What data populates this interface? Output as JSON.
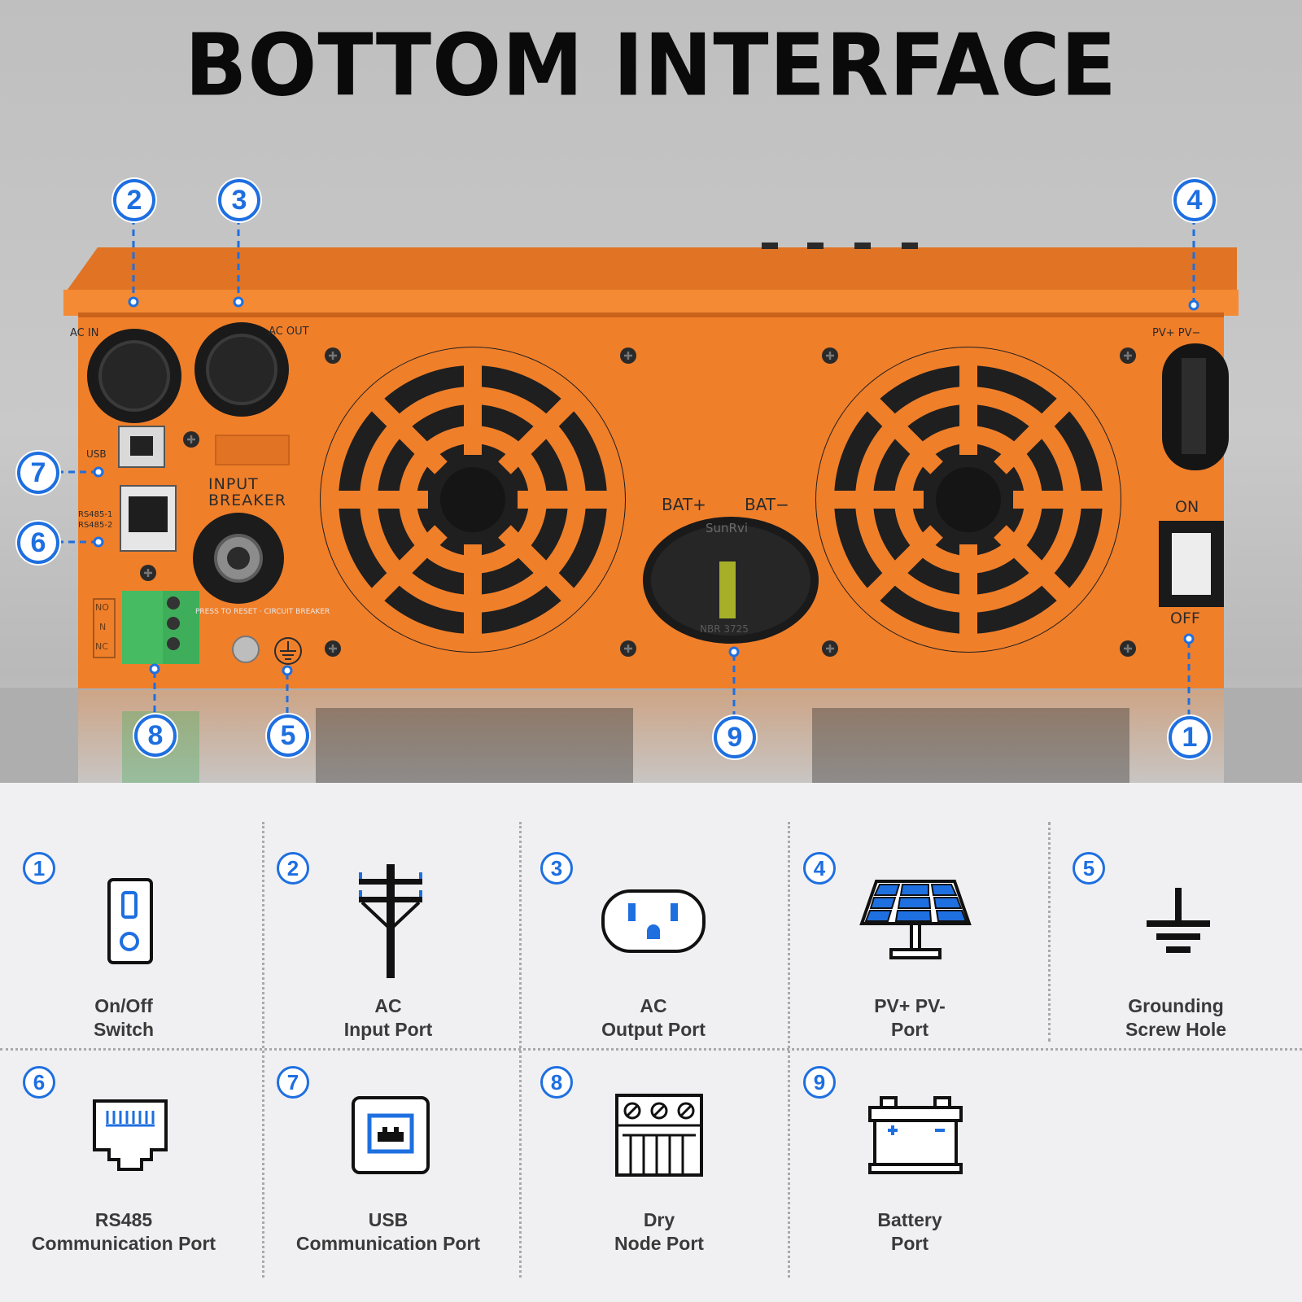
{
  "title": "BOTTOM INTERFACE",
  "device_labels": {
    "ac_in": "AC IN",
    "ac_out": "AC OUT",
    "usb": "USB",
    "rs485_1": "RS485-1",
    "rs485_2": "RS485-2",
    "input_breaker_1": "INPUT",
    "input_breaker_2": "BREAKER",
    "no": "NO",
    "n": "N",
    "nc": "NC",
    "bat_plus": "BAT+",
    "bat_minus": "BAT−",
    "brand": "SunRvi",
    "grommet_code": "NBR 3725",
    "pv": "PV+   PV−",
    "on": "ON",
    "off": "OFF",
    "breaker_ring": "PRESS TO RESET · CIRCUIT BREAKER"
  },
  "callouts": [
    "1",
    "2",
    "3",
    "4",
    "5",
    "6",
    "7",
    "8",
    "9"
  ],
  "legend": [
    {
      "num": "1",
      "line1": "On/Off",
      "line2": "Switch",
      "icon": "rocker-switch-icon"
    },
    {
      "num": "2",
      "line1": "AC",
      "line2": "Input Port",
      "icon": "power-pole-icon"
    },
    {
      "num": "3",
      "line1": "AC",
      "line2": "Output Port",
      "icon": "ac-outlet-icon"
    },
    {
      "num": "4",
      "line1": "PV+ PV-",
      "line2": "Port",
      "icon": "solar-panel-icon"
    },
    {
      "num": "5",
      "line1": "Grounding",
      "line2": "Screw Hole",
      "icon": "ground-icon"
    },
    {
      "num": "6",
      "line1": "RS485",
      "line2": "Communication Port",
      "icon": "rj45-port-icon"
    },
    {
      "num": "7",
      "line1": "USB",
      "line2": "Communication Port",
      "icon": "usb-b-port-icon"
    },
    {
      "num": "8",
      "line1": "Dry",
      "line2": "Node Port",
      "icon": "terminal-block-icon"
    },
    {
      "num": "9",
      "line1": "Battery",
      "line2": "Port",
      "icon": "battery-icon"
    }
  ],
  "colors": {
    "accent": "#1e6fe0",
    "device_orange": "#f07f2a",
    "terminal_green": "#3fae5a"
  }
}
